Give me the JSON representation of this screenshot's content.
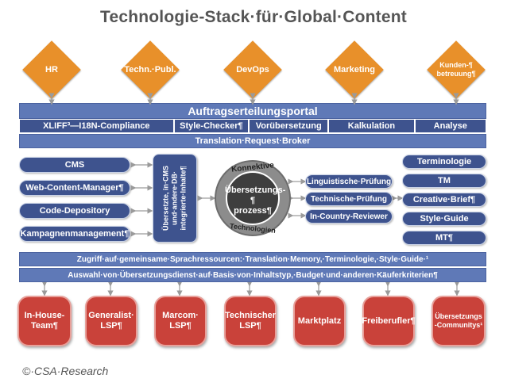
{
  "title": "Technologie-Stack·für·Global·Content",
  "stakeholders": [
    {
      "label": "HR"
    },
    {
      "label": "Techn.·Publ."
    },
    {
      "label": "DevOps"
    },
    {
      "label": "Marketing"
    },
    {
      "label": "Kunden-¶\nbetreuung¶"
    }
  ],
  "portal": {
    "title": "Auftragserteilungsportal",
    "items": [
      "XLIFF³—I18N-Compliance",
      "Style-Checker¶",
      "Vorübersetzung",
      "Kalkulation",
      "Analyse"
    ]
  },
  "broker": "Translation·Request·Broker",
  "content_systems": [
    "CMS",
    "Web-Content-Manager¶",
    "Code-Depository",
    "Kampagnenmanagement¶"
  ],
  "connector_text": "Übersetzte, in·CMS\nund·andere·DB·\nintegrierte·Inhalte¶",
  "hub": {
    "top_label": "Konnektive",
    "center": "Übersetzungs-¶\nprozess¶",
    "bottom_label": "Technologien"
  },
  "checks": [
    "Linguistische·Prüfung",
    "Technische·Prüfung",
    "In-Country-Reviewer"
  ],
  "resources": [
    "Terminologie",
    "TM",
    "Creative·Brief¶",
    "Style·Guide",
    "MT¶"
  ],
  "access_bar": "Zugriff·auf·gemeinsame·Sprachressourcen:·Translation·Memory,·Terminologie,·Style·Guide·¹",
  "selection_bar": "Auswahl·von·Übersetzungsdienst·auf·Basis·von·Inhaltstyp,·Budget·und·anderen·Käuferkriterien¶",
  "providers": [
    {
      "label": "In-House-\nTeam¶"
    },
    {
      "label": "Generalist·\nLSP¶"
    },
    {
      "label": "Marcom·\nLSP¶"
    },
    {
      "label": "Technischer\nLSP¶"
    },
    {
      "label": "Marktplatz"
    },
    {
      "label": "Freiberufler¶"
    },
    {
      "label": "Übersetzungs\n-Communitys¹"
    }
  ],
  "copyright": "©·CSA·Research",
  "colors": {
    "orange": "#e8902a",
    "bar_blue": "#5f79b7",
    "dark_blue": "#3e538e",
    "red": "#c9423a",
    "hub_gray": "#8c8c8c"
  }
}
